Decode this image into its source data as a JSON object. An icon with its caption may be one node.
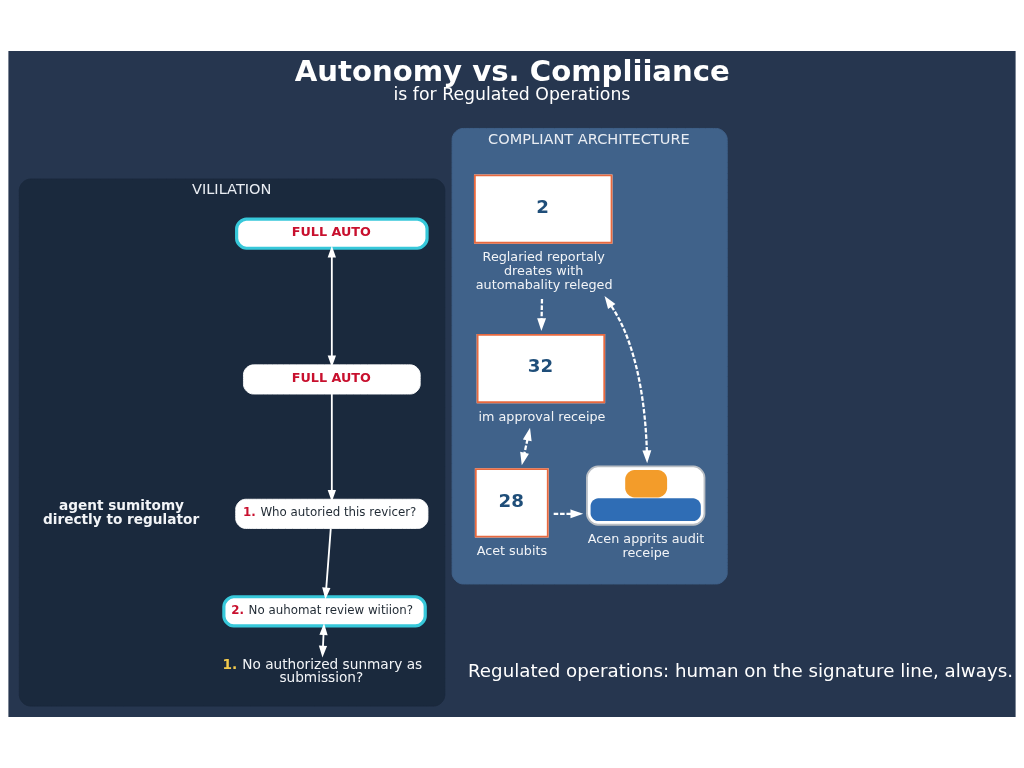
{
  "diagram": {
    "title": "Autonomy vs. Compliiance",
    "caption": "Regulated operations: human on the signature line, always.",
    "nodes": [
      {
        "text": [
          "VILILATION"
        ]
      },
      {
        "text": [
          "COMPLIANT ARCHITECTURE"
        ]
      },
      {
        "text": [
          "FULL AUTO"
        ],
        "in": 0
      },
      {
        "text": [
          "FULL AUTO"
        ],
        "in": 0
      },
      {
        "text": [
          "1. Who autoried this revicer?"
        ],
        "in": 0
      },
      {
        "text": [
          "2. No auhomat review witiion?"
        ],
        "in": 0
      },
      {
        "text": [
          "1. No authorized sunmary as submission?"
        ],
        "in": 0
      },
      {
        "text": [
          "2"
        ],
        "in": 1,
        "beside": [
          "Reglaried reportaly dreates with automabality releged"
        ]
      },
      {
        "text": [
          "32"
        ],
        "in": 1,
        "beside": [
          "im approval receipe"
        ]
      },
      {
        "text": [],
        "shape": "picture",
        "in": 1,
        "beside": [
          "Acen apprits audit receipe"
        ]
      },
      {
        "text": [
          "28"
        ],
        "in": 1,
        "beside": [
          "Acet subits"
        ]
      }
    ],
    "edges": [
      {
        "from": 2,
        "to": 3,
        "arrow": "both"
      },
      {
        "from": 3,
        "to": 4,
        "arrow": "to"
      },
      {
        "from": 4,
        "to": 5,
        "arrow": "to"
      },
      {
        "from": 5,
        "to": 6,
        "arrow": "both"
      },
      {
        "from": 9,
        "to": 7,
        "arrow": "both",
        "style": "dashed"
      },
      {
        "from": 7,
        "to": 8,
        "arrow": "to",
        "style": "dashed"
      },
      {
        "from": 8,
        "to": 10,
        "arrow": "both",
        "style": "dashed"
      },
      {
        "from": 10,
        "to": 9,
        "arrow": "to",
        "style": "dashed"
      }
    ],
    "labels": [
      "is for Regulated Operations",
      "agent sumitomy directly to regulator"
    ]
  }
}
